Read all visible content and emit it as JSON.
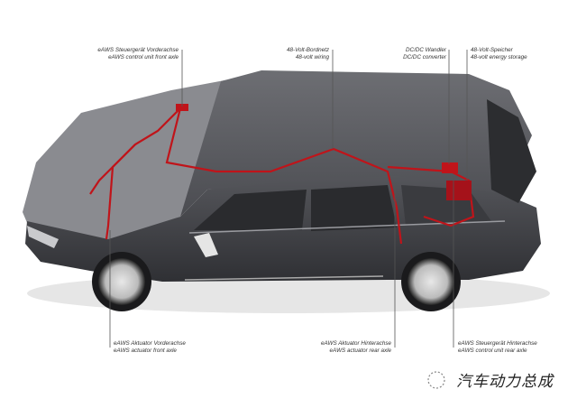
{
  "labels": {
    "front_control_unit": {
      "de": "eAWS Steuergerät Vorderachse",
      "en": "eAWS control unit front axle"
    },
    "wiring": {
      "de": "48-Volt-Bordnetz",
      "en": "48-volt wiring"
    },
    "dcdc": {
      "de": "DC/DC Wandler",
      "en": "DC/DC converter"
    },
    "storage": {
      "de": "48-Volt-Speicher",
      "en": "48-volt energy storage"
    },
    "front_actuator": {
      "de": "eAWS Aktuator Vorderachse",
      "en": "eAWS actuator front axle"
    },
    "rear_actuator": {
      "de": "eAWS Aktuator Hinterachse",
      "en": "eAWS actuator rear axle"
    },
    "rear_control_unit": {
      "de": "eAWS Steuergerät Hinterachse",
      "en": "eAWS control unit rear axle"
    }
  },
  "watermark": "汽车动力总成",
  "colors": {
    "body": "#4a4b50",
    "wiring": "#c0141a",
    "background": "#ffffff"
  }
}
